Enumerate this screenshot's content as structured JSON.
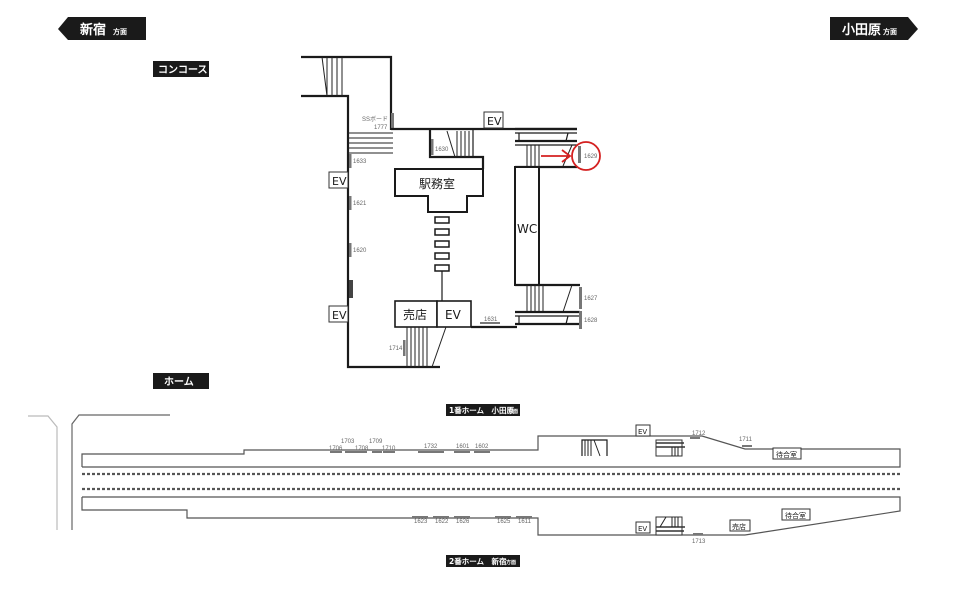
{
  "directions": {
    "left": {
      "name": "新宿",
      "suffix": "方面"
    },
    "right": {
      "name": "小田原",
      "suffix": "方面"
    }
  },
  "sections": {
    "concourse": "コンコース",
    "home": "ホーム"
  },
  "concourse": {
    "ss_board_label": "SSボード",
    "ss_board_number": "1777",
    "station_office": "駅務室",
    "kiosk": "売店",
    "wc": "WC",
    "ev": "EV",
    "boards": [
      "1630",
      "1633",
      "1621",
      "1620",
      "1714",
      "1631",
      "1627",
      "1628"
    ],
    "highlighted_board": "1629",
    "highlight_color": "#d42020"
  },
  "platform1": {
    "title": "1番ホーム　小田原",
    "suffix": "方面",
    "boards": [
      "1706",
      "1703",
      "1708",
      "1709",
      "1710",
      "1732",
      "1601",
      "1602",
      "1712",
      "1711"
    ],
    "waiting_room": "待合室",
    "ev": "EV"
  },
  "platform2": {
    "title": "2番ホーム　新宿",
    "suffix": "方面",
    "boards": [
      "1623",
      "1622",
      "1626",
      "1625",
      "1611",
      "1713"
    ],
    "waiting_room": "待合室",
    "kiosk": "売店",
    "ev": "EV"
  }
}
